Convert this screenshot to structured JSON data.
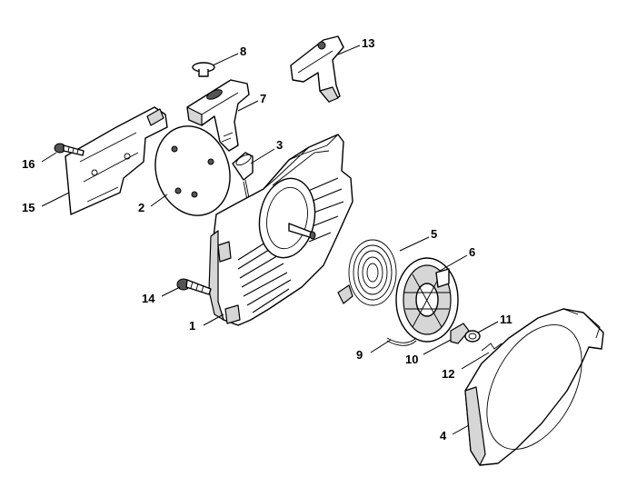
{
  "callouts": [
    {
      "id": "p1",
      "label": "1"
    },
    {
      "id": "p2",
      "label": "2"
    },
    {
      "id": "p3",
      "label": "3"
    },
    {
      "id": "p4",
      "label": "4"
    },
    {
      "id": "p5",
      "label": "5"
    },
    {
      "id": "p6",
      "label": "6"
    },
    {
      "id": "p7",
      "label": "7"
    },
    {
      "id": "p8",
      "label": "8"
    },
    {
      "id": "p9",
      "label": "9"
    },
    {
      "id": "p10",
      "label": "10"
    },
    {
      "id": "p11",
      "label": "11"
    },
    {
      "id": "p12",
      "label": "12"
    },
    {
      "id": "p13",
      "label": "13"
    },
    {
      "id": "p14",
      "label": "14"
    },
    {
      "id": "p15",
      "label": "15"
    },
    {
      "id": "p16",
      "label": "16"
    }
  ]
}
